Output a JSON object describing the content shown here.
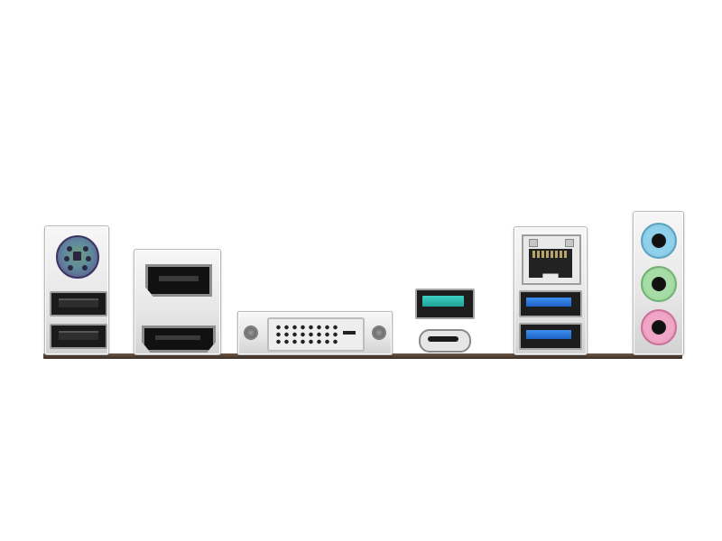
{
  "image": {
    "background": "#ffffff",
    "pcb_color": "#4a3a2e"
  },
  "ports": [
    {
      "name": "ps2-combo-port",
      "color": "#6a5a9e"
    },
    {
      "name": "usb-2-port-1",
      "color": "#1a1a1a"
    },
    {
      "name": "usb-2-port-2",
      "color": "#1a1a1a"
    },
    {
      "name": "displayport",
      "color": "#111111"
    },
    {
      "name": "hdmi-port",
      "color": "#111111"
    },
    {
      "name": "dvi-d-port",
      "color": "#eeeeee"
    },
    {
      "name": "usb-3-2-port-teal",
      "color": "#2fbfb2"
    },
    {
      "name": "usb-type-c-port",
      "color": "#e6e6e6"
    },
    {
      "name": "rj45-lan-port",
      "color": "#222222"
    },
    {
      "name": "usb-3-2-port-blue-1",
      "color": "#2f7ee0"
    },
    {
      "name": "usb-3-2-port-blue-2",
      "color": "#2f7ee0"
    },
    {
      "name": "audio-line-in-jack",
      "color": "#8fd0ea"
    },
    {
      "name": "audio-line-out-jack",
      "color": "#a6dca6"
    },
    {
      "name": "audio-mic-in-jack",
      "color": "#f0a6c7"
    }
  ]
}
